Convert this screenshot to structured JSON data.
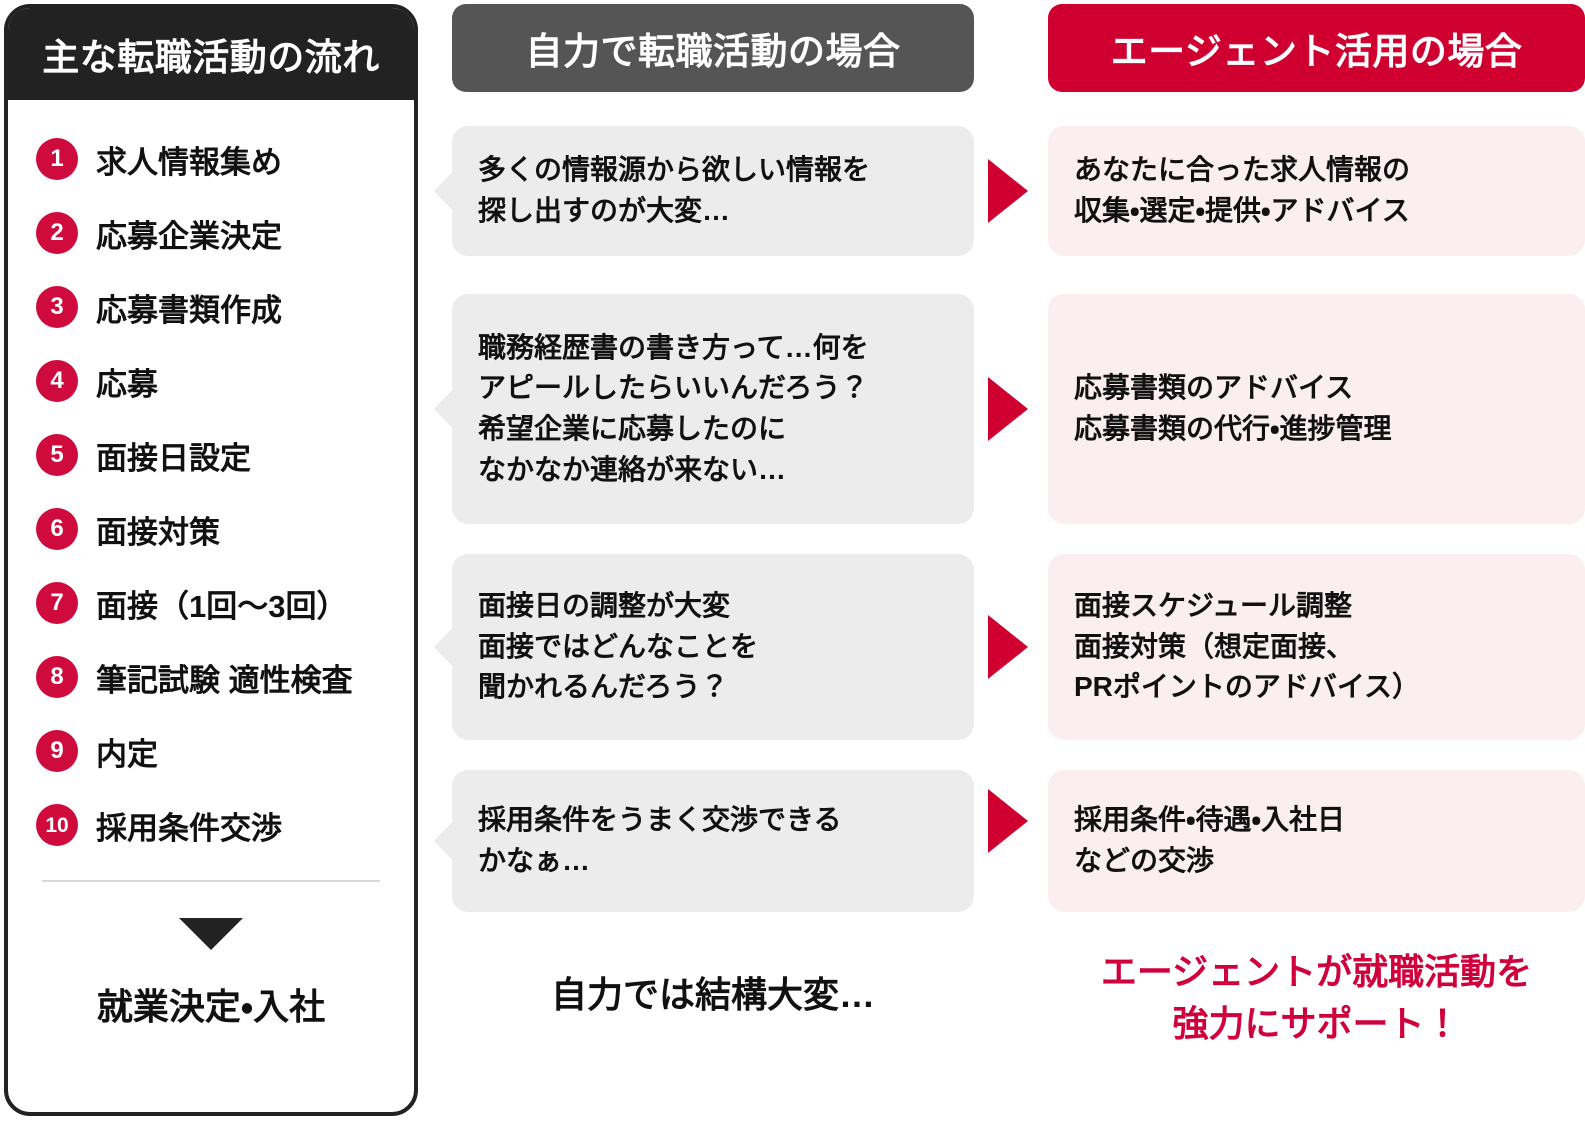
{
  "flow_panel": {
    "header": "主な転職活動の流れ",
    "steps": [
      {
        "num": "1",
        "label": "求人情報集め"
      },
      {
        "num": "2",
        "label": "応募企業決定"
      },
      {
        "num": "3",
        "label": "応募書類作成"
      },
      {
        "num": "4",
        "label": "応募"
      },
      {
        "num": "5",
        "label": "面接日設定"
      },
      {
        "num": "6",
        "label": "面接対策"
      },
      {
        "num": "7",
        "label": "面接（1回〜3回）"
      },
      {
        "num": "8",
        "label": "筆記試験 適性検査"
      },
      {
        "num": "9",
        "label": "内定"
      },
      {
        "num": "10",
        "label": "採用条件交渉"
      }
    ],
    "final_label": "就業決定・入社",
    "arrow_icon": "triangle-down-icon"
  },
  "self_column": {
    "header": "自力で転職活動の場合",
    "boxes": [
      {
        "lines": [
          "多くの情報源から欲しい情報を",
          "探し出すのが大変…"
        ]
      },
      {
        "lines": [
          "職務経歴書の書き方って…何を",
          "アピールしたらいいんだろう？",
          "希望企業に応募したのに",
          "なかなか連絡が来ない…"
        ]
      },
      {
        "lines": [
          "面接日の調整が大変",
          "面接ではどんなことを",
          "聞かれるんだろう？"
        ]
      },
      {
        "lines": [
          "採用条件をうまく交渉できる",
          "かなぁ…"
        ]
      }
    ],
    "footer": "自力では結構大変…"
  },
  "agent_column": {
    "header": "エージェント活用の場合",
    "boxes": [
      {
        "lines": [
          "あなたに合った求人情報の",
          "収集・選定・提供・アドバイス"
        ]
      },
      {
        "lines": [
          "応募書類のアドバイス",
          "応募書類の代行・進捗管理"
        ]
      },
      {
        "lines": [
          "面接スケジュール調整",
          "面接対策（想定面接、",
          "PRポイントのアドバイス）"
        ]
      },
      {
        "lines": [
          "採用条件・待遇・入社日",
          "などの交渉"
        ]
      }
    ],
    "footer_lines": [
      "エージェントが就職活動を",
      "強力にサポート！"
    ]
  },
  "connectors": {
    "icon": "triangle-right-icon",
    "count": 4
  },
  "colors": {
    "brand_red": "#cf0030",
    "number_badge": "#cf0a3c",
    "dark_header": "#222222",
    "gray_header": "#555555",
    "gray_box": "#ececec",
    "pink_box": "#fbeef1",
    "footer_red": "#d0003c"
  }
}
